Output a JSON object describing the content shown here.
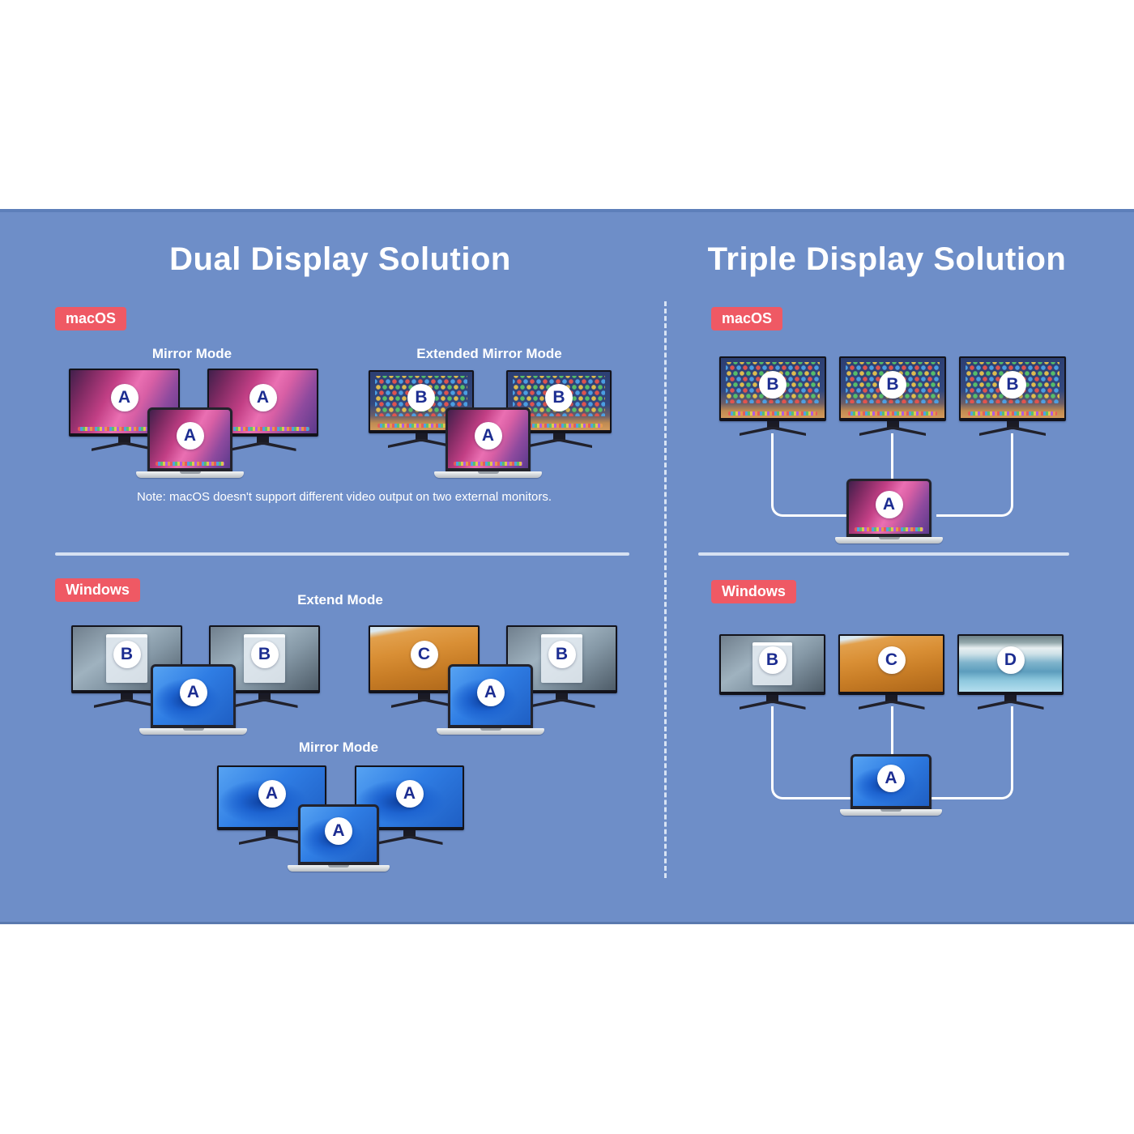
{
  "colors": {
    "panel_background": "#6e8ec8",
    "badge_red": "#ef5964",
    "letter_navy": "#1c2d91",
    "text_white": "#ffffff"
  },
  "left": {
    "title": "Dual Display Solution",
    "macos": {
      "badge": "macOS",
      "mirror": {
        "label": "Mirror Mode",
        "monitors": [
          "A",
          "A"
        ],
        "laptop": "A"
      },
      "extended": {
        "label": "Extended Mirror Mode",
        "monitors": [
          "B",
          "B"
        ],
        "laptop": "A"
      },
      "note": "Note: macOS doesn't support different video output on two external monitors."
    },
    "windows": {
      "badge": "Windows",
      "extend": {
        "label": "Extend Mode",
        "group1": {
          "monitors": [
            "B",
            "B"
          ],
          "laptop": "A"
        },
        "group2": {
          "monitors": [
            "C",
            "B"
          ],
          "laptop": "A"
        }
      },
      "mirror": {
        "label": "Mirror Mode",
        "monitors": [
          "A",
          "A"
        ],
        "laptop": "A"
      }
    }
  },
  "right": {
    "title": "Triple Display Solution",
    "macos": {
      "badge": "macOS",
      "monitors": [
        "B",
        "B",
        "B"
      ],
      "laptop": "A"
    },
    "windows": {
      "badge": "Windows",
      "monitors": [
        "B",
        "C",
        "D"
      ],
      "laptop": "A"
    }
  }
}
